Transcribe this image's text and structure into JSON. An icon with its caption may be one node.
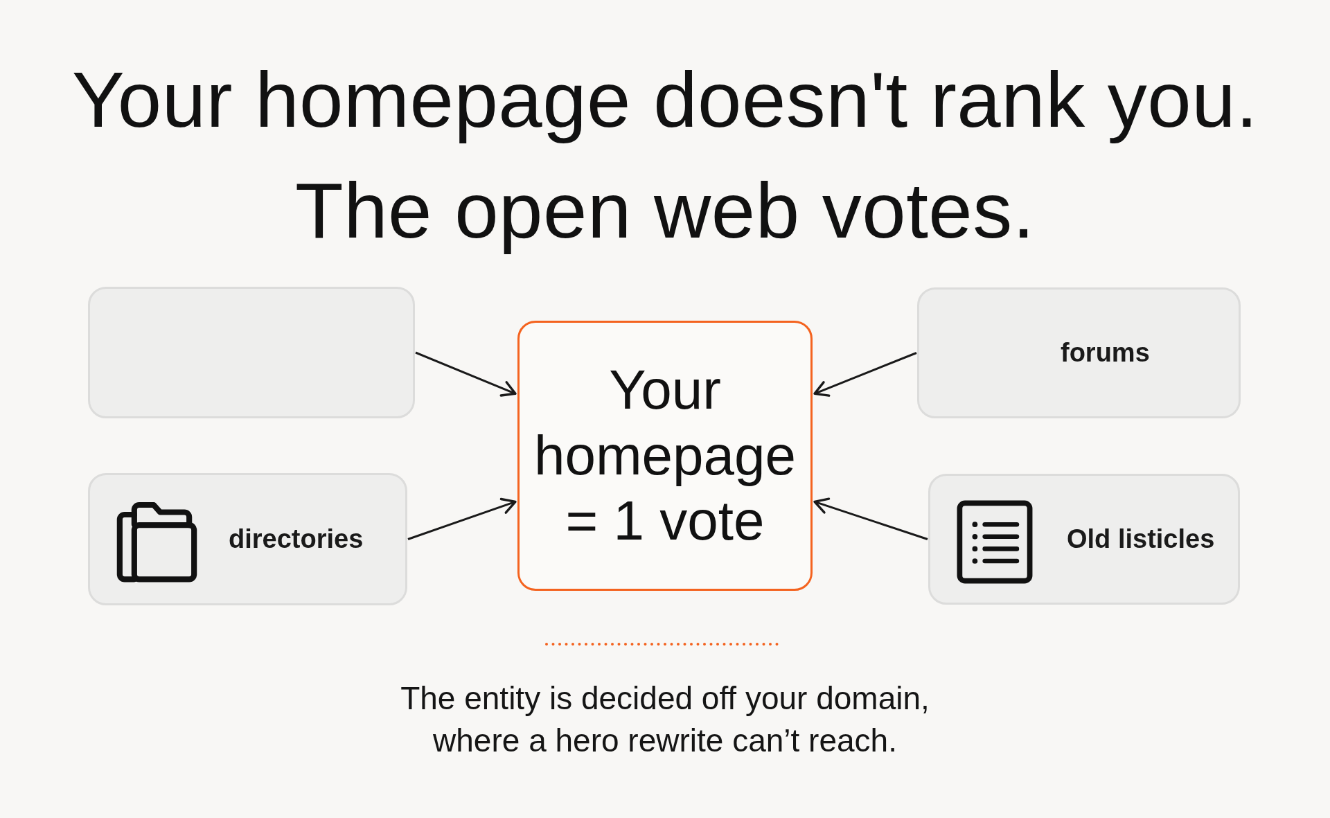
{
  "diagram": {
    "title": "Your homepage doesn't rank you. The open web votes.",
    "caption": "The entity is decided off your domain, where a hero rewrite can’t reach.",
    "nodes": [
      {
        "text": [],
        "shape": "box"
      },
      {
        "text": [
          "Your homepage = 1 vote"
        ]
      },
      {
        "text": [
          "forums"
        ]
      },
      {
        "text": [
          "directories"
        ]
      },
      {
        "text": [
          "Old listicles"
        ]
      }
    ],
    "edges": [
      {
        "from": 0,
        "to": 1,
        "arrow": "to"
      },
      {
        "from": 2,
        "to": 1,
        "arrow": "to"
      },
      {
        "from": 3,
        "to": 1,
        "arrow": "to"
      },
      {
        "from": 4,
        "to": 1,
        "arrow": "to"
      }
    ]
  }
}
